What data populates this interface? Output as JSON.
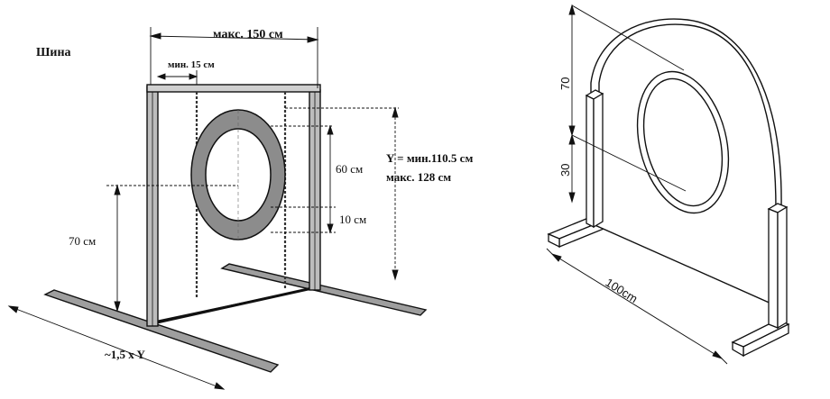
{
  "left_figure": {
    "title": "Шина",
    "labels": {
      "max_width": "макс. 150 см",
      "min_gap": "мин. 15 см",
      "hoop_height": "60 см",
      "y_line1": "Y =  мин.110.5 см",
      "y_line2": "макс. 128 см",
      "bottom_gap": "10 см",
      "base_height": "70 см",
      "base_length": "~1,5 x Y"
    }
  },
  "right_figure": {
    "labels": {
      "upper": "70",
      "lower": "30",
      "width": "100cm"
    }
  },
  "colors": {
    "line": "#111111",
    "tire": "#8c8c8c",
    "frame": "#bdbdbd"
  }
}
